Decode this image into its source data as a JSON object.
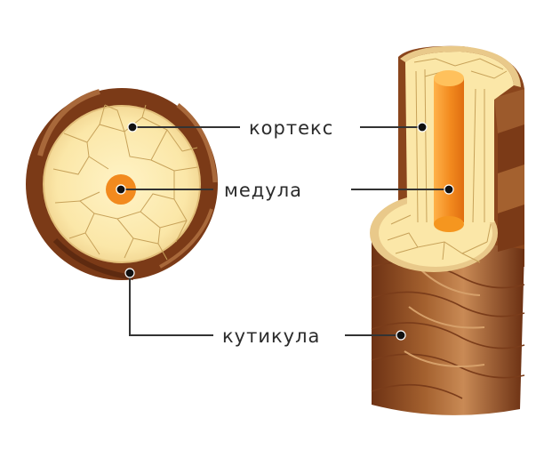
{
  "labels": {
    "cortex": "кортекс",
    "medulla": "медула",
    "cuticle": "кутикула"
  },
  "colors": {
    "cuticle_dark": "#7b3a17",
    "cuticle_mid": "#9c5a2c",
    "cuticle_light": "#c88a55",
    "cortex_fill": "#fbe7a8",
    "cortex_rim": "#e9c98a",
    "cell_lines": "#c7a25a",
    "medulla": "#f28a1e",
    "medulla_light": "#ffb24a",
    "leader_line": "#333333"
  }
}
